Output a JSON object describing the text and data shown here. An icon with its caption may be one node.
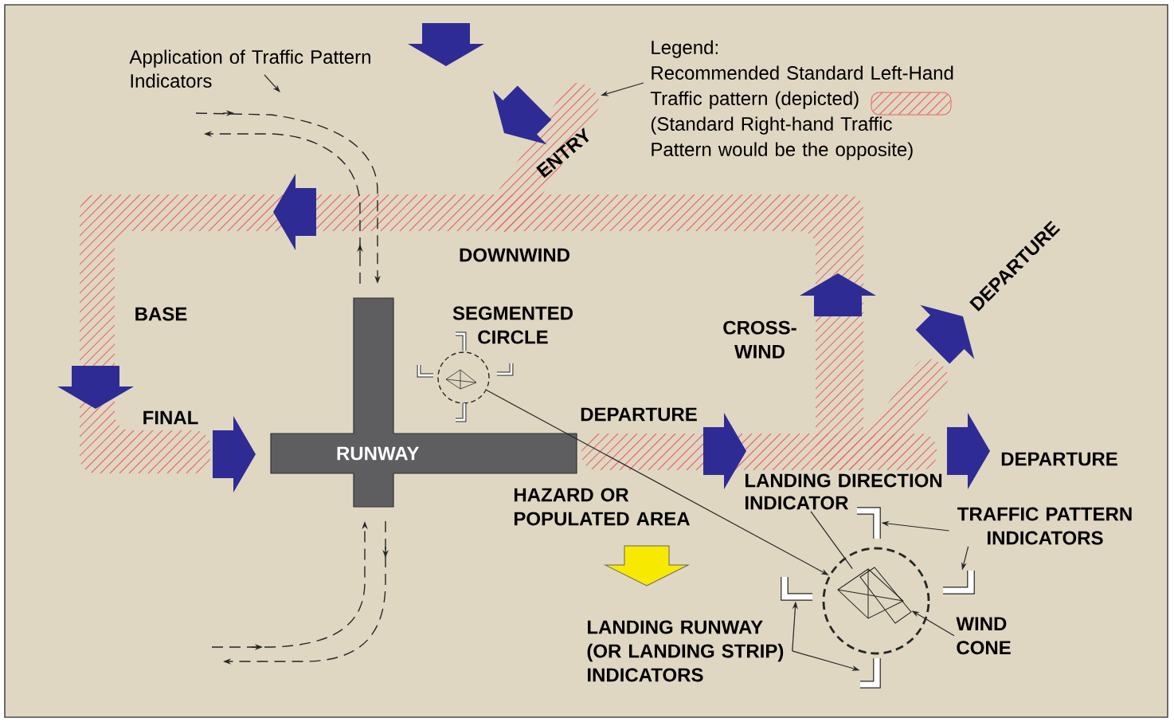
{
  "diagram": {
    "nodes": [
      {
        "text": [
          "Application of Traffic Pattern Indicators"
        ]
      },
      {
        "text": [
          "Legend:",
          "Recommended Standard Left-Hand Traffic pattern (depicted)",
          "(Standard Right-hand Traffic Pattern would be the opposite)"
        ]
      },
      {
        "text": [
          "RUNWAY"
        ]
      },
      {
        "text": [],
        "shape": "circle"
      },
      {
        "text": [
          "LANDING DIRECTION INDICATOR"
        ]
      },
      {
        "text": [],
        "shape": "bar"
      },
      {
        "text": [
          "TRAFFIC PATTERN INDICATORS"
        ]
      },
      {
        "text": [],
        "shape": "bar"
      },
      {
        "text": [],
        "shape": "circle"
      },
      {
        "text": [],
        "shape": "bar"
      },
      {
        "text": [
          "WIND CONE"
        ]
      },
      {
        "text": [
          "LANDING RUNWAY (OR LANDING STRIP) INDICATORS"
        ]
      },
      {
        "text": [],
        "shape": "bar"
      },
      {
        "text": [],
        "shape": "tetrahedron",
        "in": 8
      },
      {
        "text": [],
        "shape": "box",
        "in": 8
      }
    ],
    "edges": [
      {
        "from": 0,
        "to": null,
        "arrow": "to"
      },
      {
        "from": 1,
        "to": null,
        "arrow": "to"
      },
      {
        "from": 3,
        "to": 8,
        "arrow": "to"
      },
      {
        "from": 4,
        "to": 13,
        "arrow": "none"
      },
      {
        "from": 6,
        "to": 5,
        "arrow": "to"
      },
      {
        "from": 6,
        "to": 9,
        "arrow": "to"
      },
      {
        "from": 10,
        "to": 14,
        "arrow": "to"
      },
      {
        "from": 11,
        "to": 7,
        "arrow": "to"
      },
      {
        "from": 11,
        "to": 12,
        "arrow": "to"
      }
    ],
    "labels": [
      "ENTRY",
      "DOWNWIND",
      "DEPARTURE",
      "CROSS-WIND",
      "BASE",
      "SEGMENTED CIRCLE",
      "FINAL",
      "DEPARTURE",
      "DEPARTURE",
      "HAZARD OR POPULATED AREA"
    ]
  }
}
